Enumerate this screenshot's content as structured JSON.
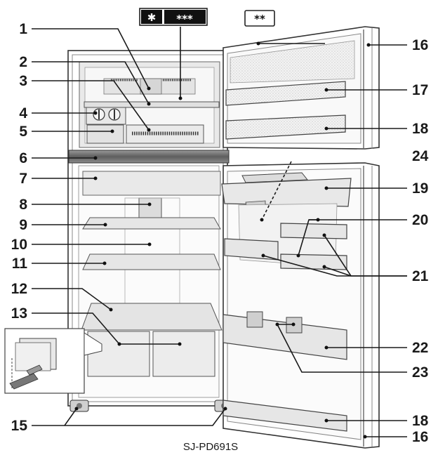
{
  "diagram": {
    "model_name": "SJ-PD691S",
    "freezer_rating_badge": {
      "snowflake": "✱",
      "stars": "***"
    },
    "door_rating_badge": {
      "stars": "**"
    },
    "callouts": {
      "c1": "1",
      "c2": "2",
      "c3": "3",
      "c4": "4",
      "c5": "5",
      "c6": "6",
      "c7": "7",
      "c8": "8",
      "c9": "9",
      "c10": "10",
      "c11": "11",
      "c12": "12",
      "c13": "13",
      "c15": "15",
      "c16a": "16",
      "c16b": "16",
      "c17": "17",
      "c18a": "18",
      "c18b": "18",
      "c19": "19",
      "c20": "20",
      "c21": "21",
      "c22": "22",
      "c23": "23",
      "c24": "24"
    }
  }
}
